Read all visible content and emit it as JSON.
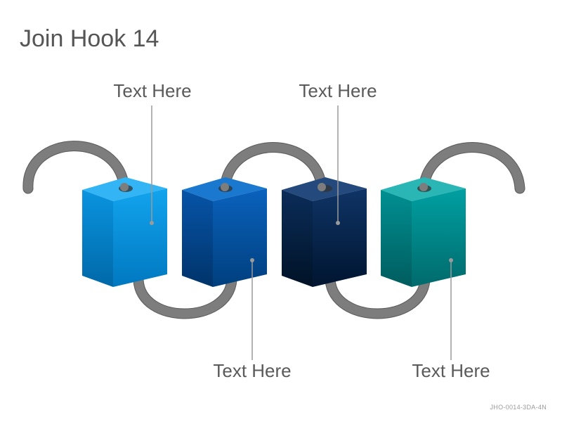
{
  "title": "Join Hook 14",
  "footer_code": "JHO-0014-3DA-4N",
  "colors": {
    "hook": "#7d7d7d",
    "hook_edge": "#5a5a5a",
    "callout_line": "#9a9a9a",
    "text": "#5a5a5a"
  },
  "blocks": [
    {
      "label": "Text Here",
      "top": "#33b5f5",
      "front_light": "#12a4ee",
      "front_dark": "#0078c0",
      "side_light": "#0a94df",
      "side_dark": "#0068a8"
    },
    {
      "label": "Text Here",
      "top": "#1a78cf",
      "front_light": "#0a62bd",
      "front_dark": "#003f7e",
      "side_light": "#0754a8",
      "side_dark": "#00346a"
    },
    {
      "label": "Text Here",
      "top": "#24497c",
      "front_light": "#0f3466",
      "front_dark": "#001530",
      "side_light": "#0b2d5a",
      "side_dark": "#001226"
    },
    {
      "label": "Text Here",
      "top": "#2bb6b6",
      "front_light": "#00a0a2",
      "front_dark": "#006a6c",
      "side_light": "#009092",
      "side_dark": "#005c5e"
    }
  ]
}
